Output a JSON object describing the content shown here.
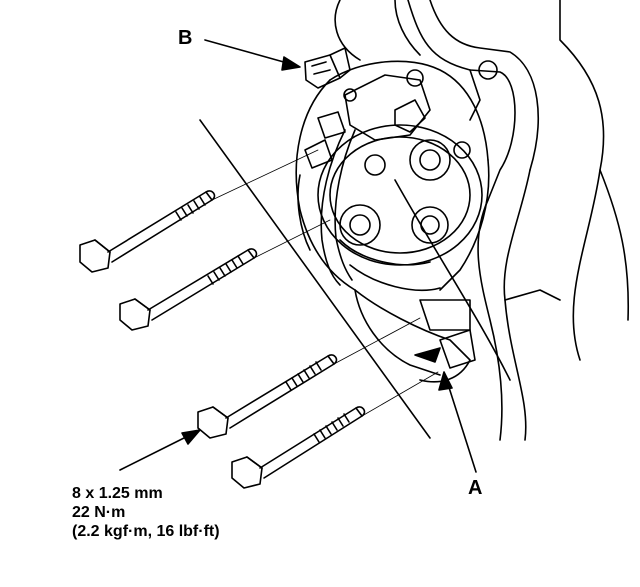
{
  "callouts": {
    "b": "B",
    "a": "A"
  },
  "torque_spec": {
    "bolt": "8 x 1.25 mm",
    "torque_nm": "22 N·m",
    "torque_alt": "(2.2 kgf·m, 16 lbf·ft)"
  }
}
